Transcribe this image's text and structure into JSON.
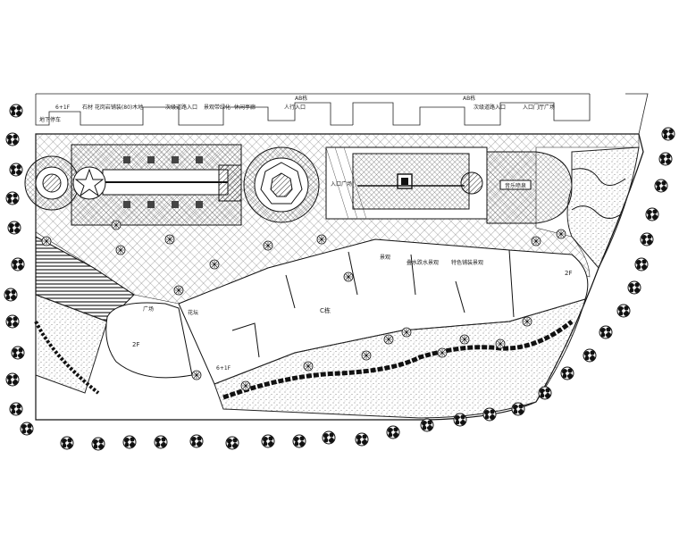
{
  "labels": {
    "building_ab_left": "AB栋",
    "building_ab_right": "AB栋",
    "top_6f": "6+1F",
    "basement_entrance": "地下停车",
    "top_shop_1": "石材 花岗岩铺装(80)木地",
    "top_shop_2": "次级道路入口",
    "top_shop_3": "景观带绿化",
    "top_shop_4": "休闲亭廊",
    "top_shop_5": "人行入口",
    "top_shop_6": "入口门厅广场",
    "top_shop_7": "次级道路入口",
    "central_plaza": "入口广场",
    "fountain_label": "音乐喷泉",
    "mid_notes_1": "景观",
    "mid_notes_2": "叠水跌水景观",
    "mid_notes_3": "特色铺装景观",
    "building_c": "C栋",
    "building_2f_left": "2F",
    "building_2f_right": "2F",
    "building_6f_bottom": "6+1F",
    "side_label_1": "广场",
    "side_label_2": "花坛"
  },
  "colors": {
    "line": "#1a1a1a",
    "fill_dark": "#3a3a3a",
    "paper": "#ffffff"
  },
  "icons": {
    "tree": "tree-icon",
    "shrub": "shrub-icon"
  }
}
